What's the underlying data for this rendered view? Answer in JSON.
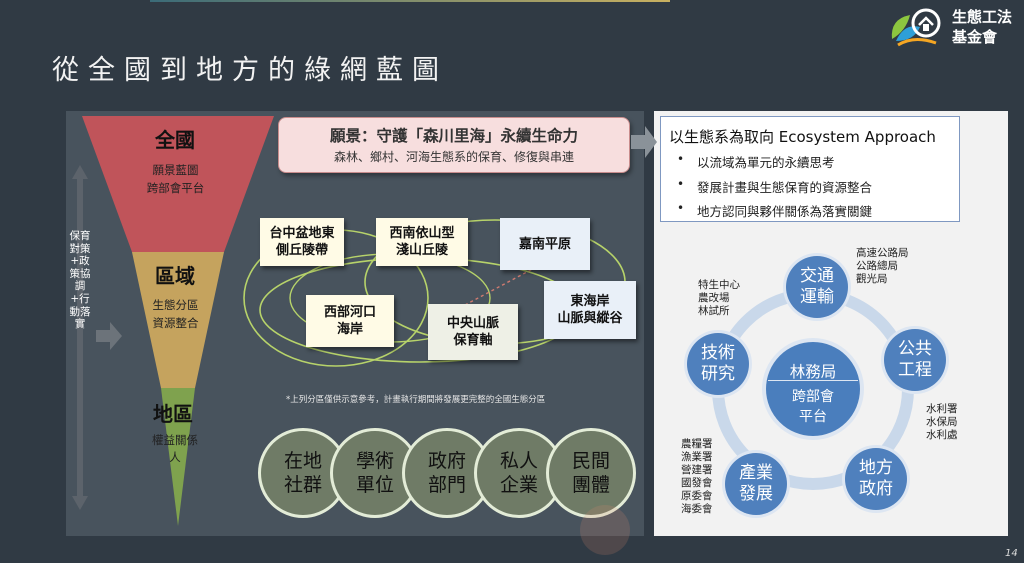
{
  "slide": {
    "title": "從全國到地方的綠網藍圖",
    "page_number": "14"
  },
  "logo": {
    "line1": "生態工法",
    "line2": "基金會",
    "icon": "leaf-house-logo-icon"
  },
  "funnel": {
    "side_text": "保育對策+政策協調+行動落實",
    "tiers": [
      {
        "title": "全國",
        "sub1": "願景藍圖",
        "sub2": "跨部會平台",
        "color": "#c0545a"
      },
      {
        "title": "區域",
        "sub1": "生態分區",
        "sub2": "資源整合",
        "color": "#c5a35e"
      },
      {
        "title": "地區",
        "sub1": "權益關係",
        "sub2": "人",
        "color": "#7fa24e"
      }
    ]
  },
  "vision": {
    "title": "願景：守護「森川里海」永續生命力",
    "subtitle": "森林、鄉村、河海生態系的保育、修復與串連"
  },
  "regions": [
    {
      "line1": "台中盆地東",
      "line2": "側丘陵帶"
    },
    {
      "line1": "西南依山型",
      "line2": "淺山丘陵"
    },
    {
      "line1": "嘉南平原",
      "line2": ""
    },
    {
      "line1": "西部河口",
      "line2": "海岸"
    },
    {
      "line1": "中央山脈",
      "line2": "保育軸"
    },
    {
      "line1": "東海岸",
      "line2": "山脈與縱谷"
    }
  ],
  "region_note": "*上列分區僅供示意參考，計畫執行期間將發展更完整的全國生態分區",
  "stakeholders": [
    {
      "line1": "在地",
      "line2": "社群"
    },
    {
      "line1": "學術",
      "line2": "單位"
    },
    {
      "line1": "政府",
      "line2": "部門"
    },
    {
      "line1": "私人",
      "line2": "企業"
    },
    {
      "line1": "民間",
      "line2": "團體"
    }
  ],
  "ecosystem": {
    "title": "以生態系為取向 Ecosystem Approach",
    "items": [
      "以流域為單元的永續思考",
      "發展計畫與生態保育的資源整合",
      "地方認同與夥伴關係為落實關鍵"
    ]
  },
  "cycle": {
    "center_line1": "林務局",
    "center_line2": "跨部會",
    "center_line3": "平台",
    "nodes": [
      {
        "line1": "交通",
        "line2": "運輸"
      },
      {
        "line1": "公共",
        "line2": "工程"
      },
      {
        "line1": "地方",
        "line2": "政府"
      },
      {
        "line1": "產業",
        "line2": "發展"
      },
      {
        "line1": "技術",
        "line2": "研究"
      }
    ],
    "agencies": {
      "transport": [
        "高速公路局",
        "公路總局",
        "觀光局"
      ],
      "public_works": [
        "水利署",
        "水保局",
        "水利處"
      ],
      "industry": [
        "農糧署",
        "漁業署",
        "營建署",
        "國發會",
        "原委會",
        "海委會"
      ],
      "research": [
        "特生中心",
        "農改場",
        "林試所"
      ]
    }
  }
}
